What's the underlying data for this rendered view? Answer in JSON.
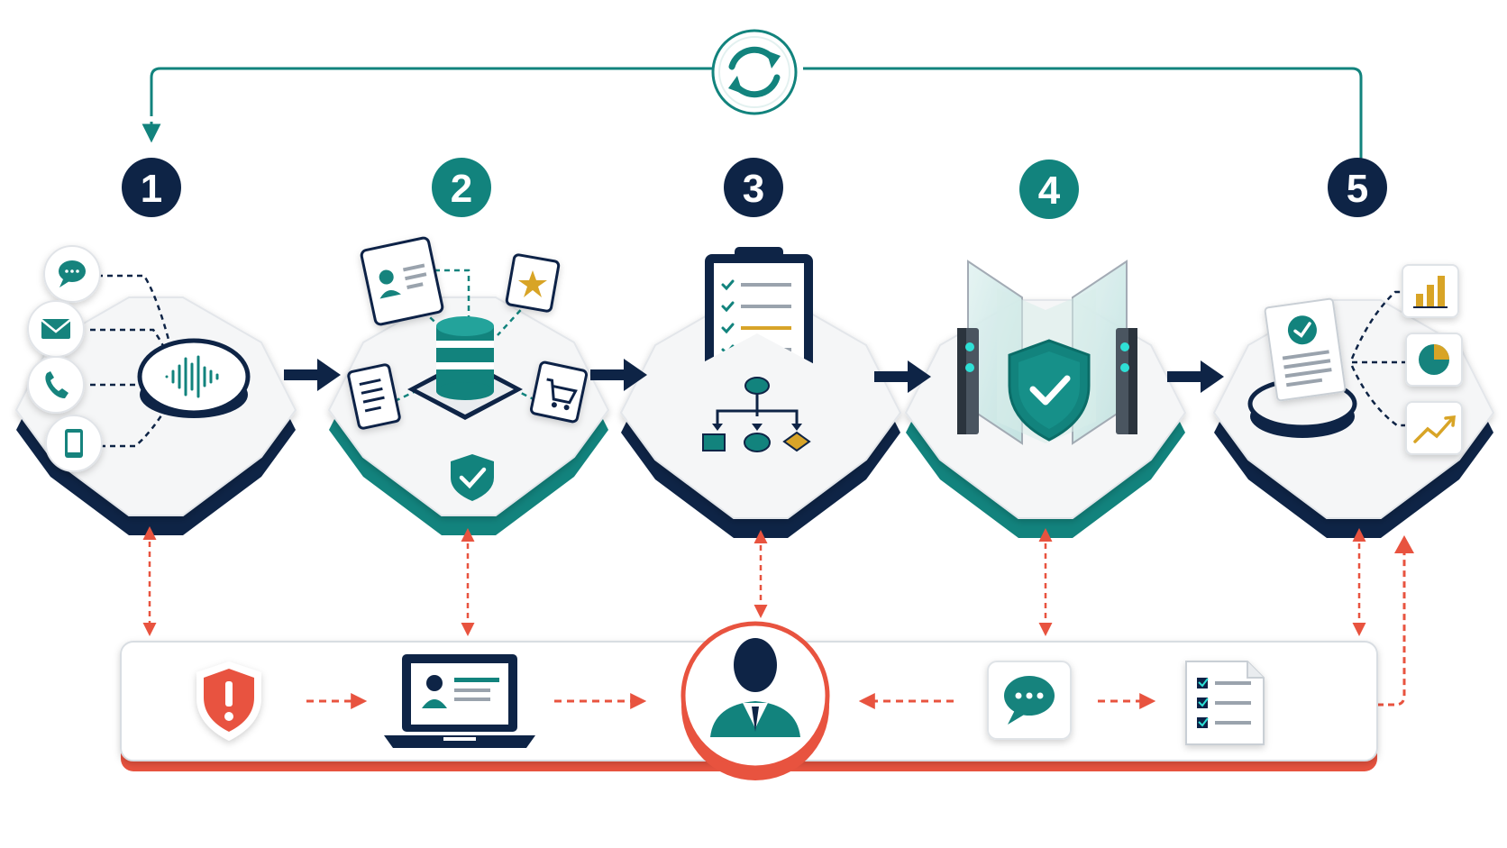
{
  "colors": {
    "navy": "#0e2446",
    "teal": "#12837d",
    "red": "#e8533f",
    "gold": "#d8a428",
    "platform_top": "#f5f6f7",
    "line_grey": "#9aa3ad"
  },
  "steps": [
    {
      "number": "1",
      "badge_color": "#0e2446",
      "theme": "navy",
      "icons": [
        "chat-bubble-icon",
        "envelope-icon",
        "phone-icon",
        "mobile-icon",
        "sound-wave-icon"
      ]
    },
    {
      "number": "2",
      "badge_color": "#12837d",
      "theme": "teal",
      "icons": [
        "profile-card-icon",
        "star-icon",
        "document-icon",
        "shopping-cart-icon",
        "database-icon",
        "shield-check-icon"
      ]
    },
    {
      "number": "3",
      "badge_color": "#0e2446",
      "theme": "navy",
      "icons": [
        "clipboard-checklist-icon",
        "flowchart-icon"
      ]
    },
    {
      "number": "4",
      "badge_color": "#12837d",
      "theme": "teal",
      "icons": [
        "security-gate-icon",
        "shield-check-icon"
      ]
    },
    {
      "number": "5",
      "badge_color": "#0e2446",
      "theme": "navy",
      "icons": [
        "report-document-icon",
        "bar-chart-icon",
        "pie-chart-icon",
        "trend-line-icon"
      ]
    }
  ],
  "loop_icon": "refresh-cycle-icon",
  "bottom_flow": {
    "icons": [
      "alert-shield-icon",
      "laptop-profile-icon",
      "agent-avatar-icon",
      "speech-bubble-icon",
      "checklist-document-icon"
    ]
  }
}
